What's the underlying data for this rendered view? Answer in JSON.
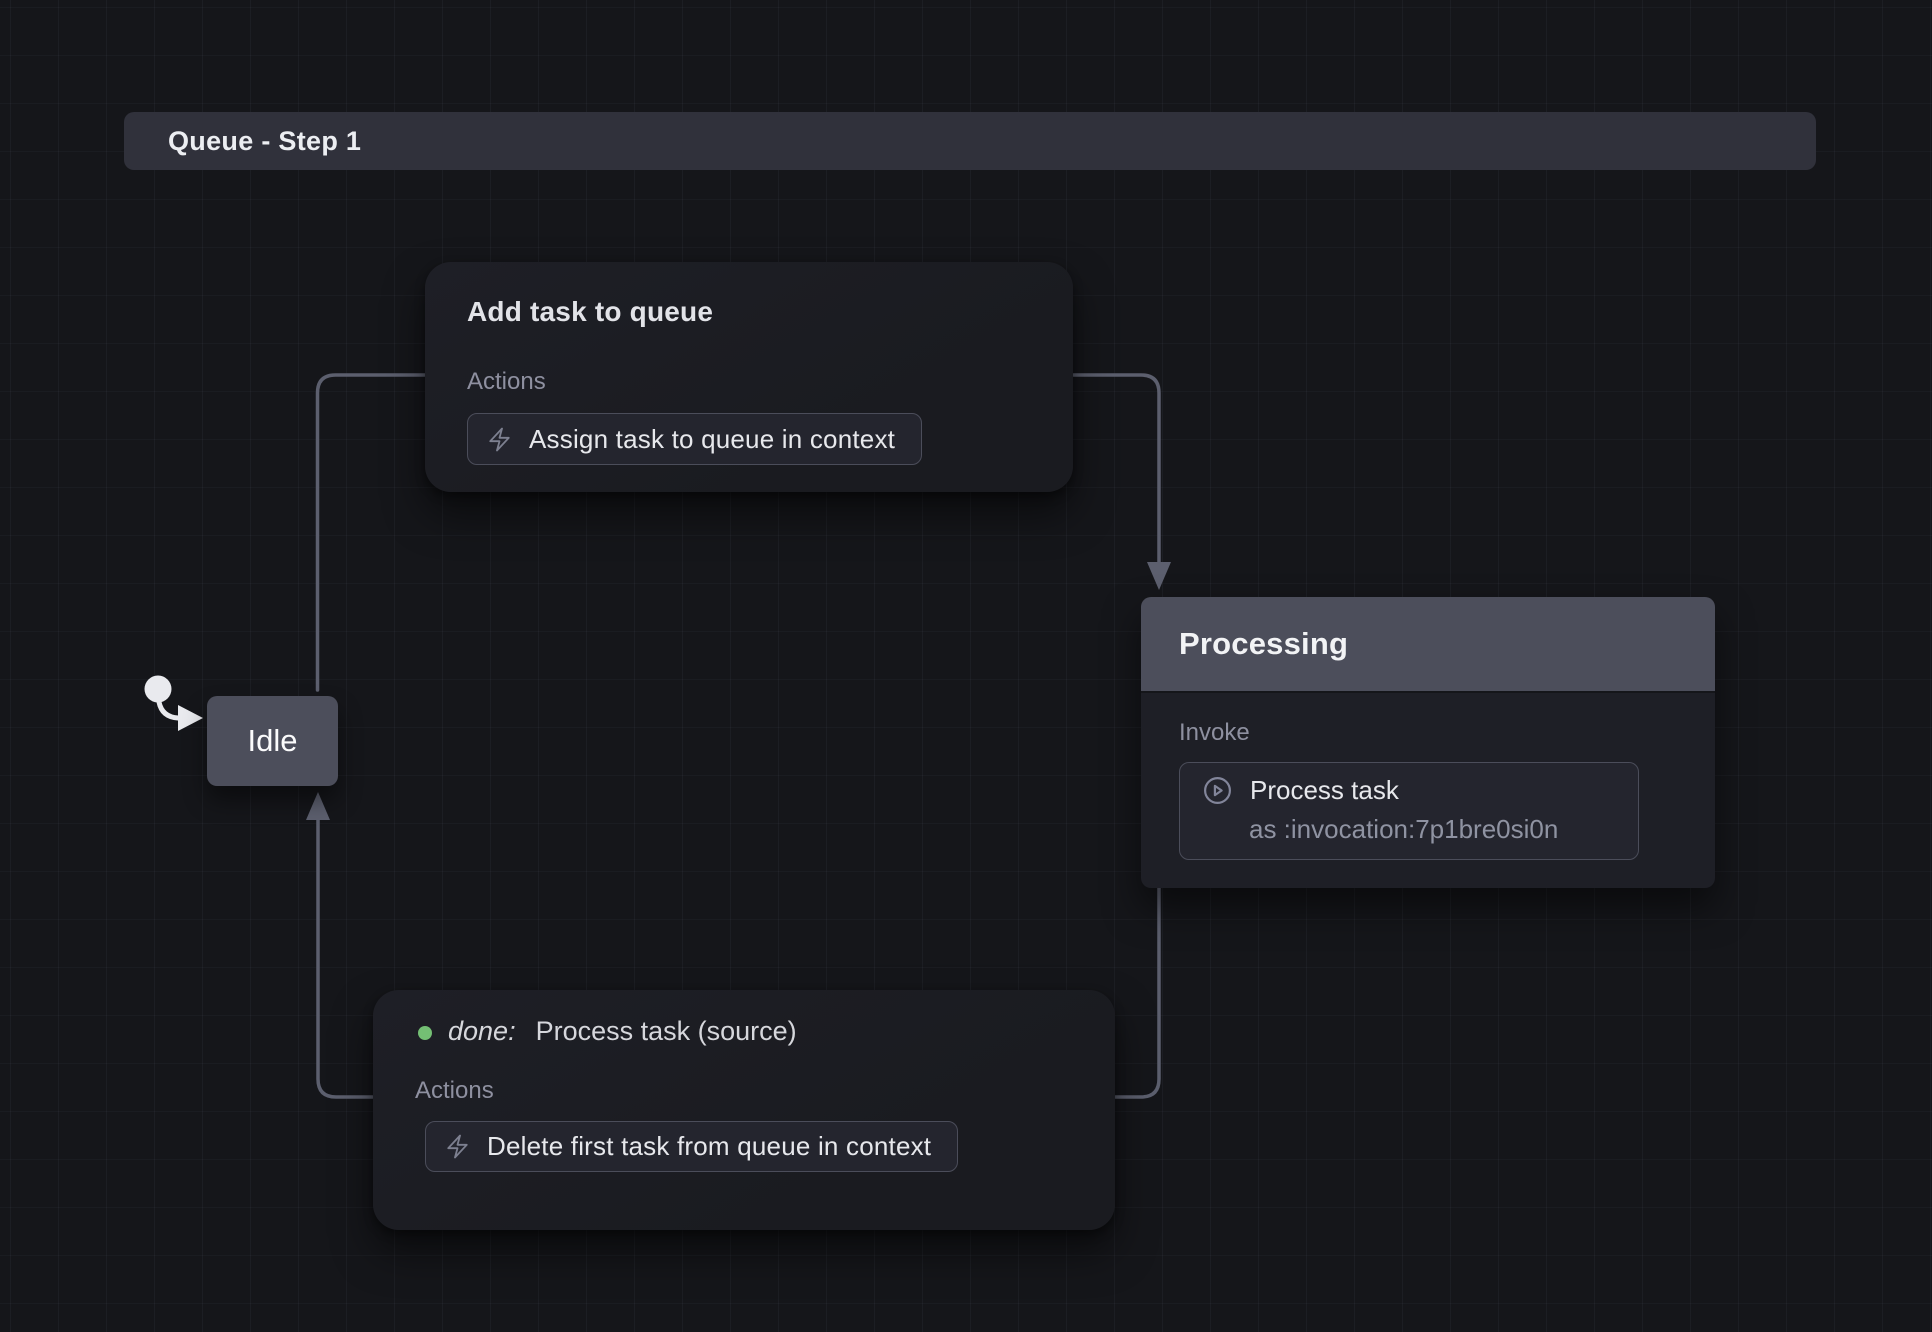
{
  "machine": {
    "title": "Queue - Step 1"
  },
  "nodes": {
    "add_task": {
      "title": "Add task to queue",
      "actions_label": "Actions",
      "action": "Assign task to queue in context"
    },
    "idle": {
      "label": "Idle"
    },
    "processing": {
      "title": "Processing",
      "invoke_label": "Invoke",
      "invoke_name": "Process task",
      "invoke_as": "as :invocation:7p1bre0si0n"
    },
    "done_event": {
      "event": "done:",
      "target": "Process task (source)",
      "actions_label": "Actions",
      "action": "Delete first task from queue in context"
    }
  },
  "colors": {
    "canvas_bg": "#15161a",
    "banner_bg": "#30313b",
    "node_gray": "#4c4e5b",
    "button_bg": "#24252e",
    "button_border": "#4b4d5a",
    "edge_color": "#5c5f6e",
    "label_color": "#8e90a0",
    "done_green": "#74bf74",
    "initial_color": "#e9eaee"
  },
  "icons": {
    "bolt": "bolt-icon",
    "play": "play-circle-icon",
    "initial": "initial-state-marker",
    "arrow": "arrowhead"
  }
}
